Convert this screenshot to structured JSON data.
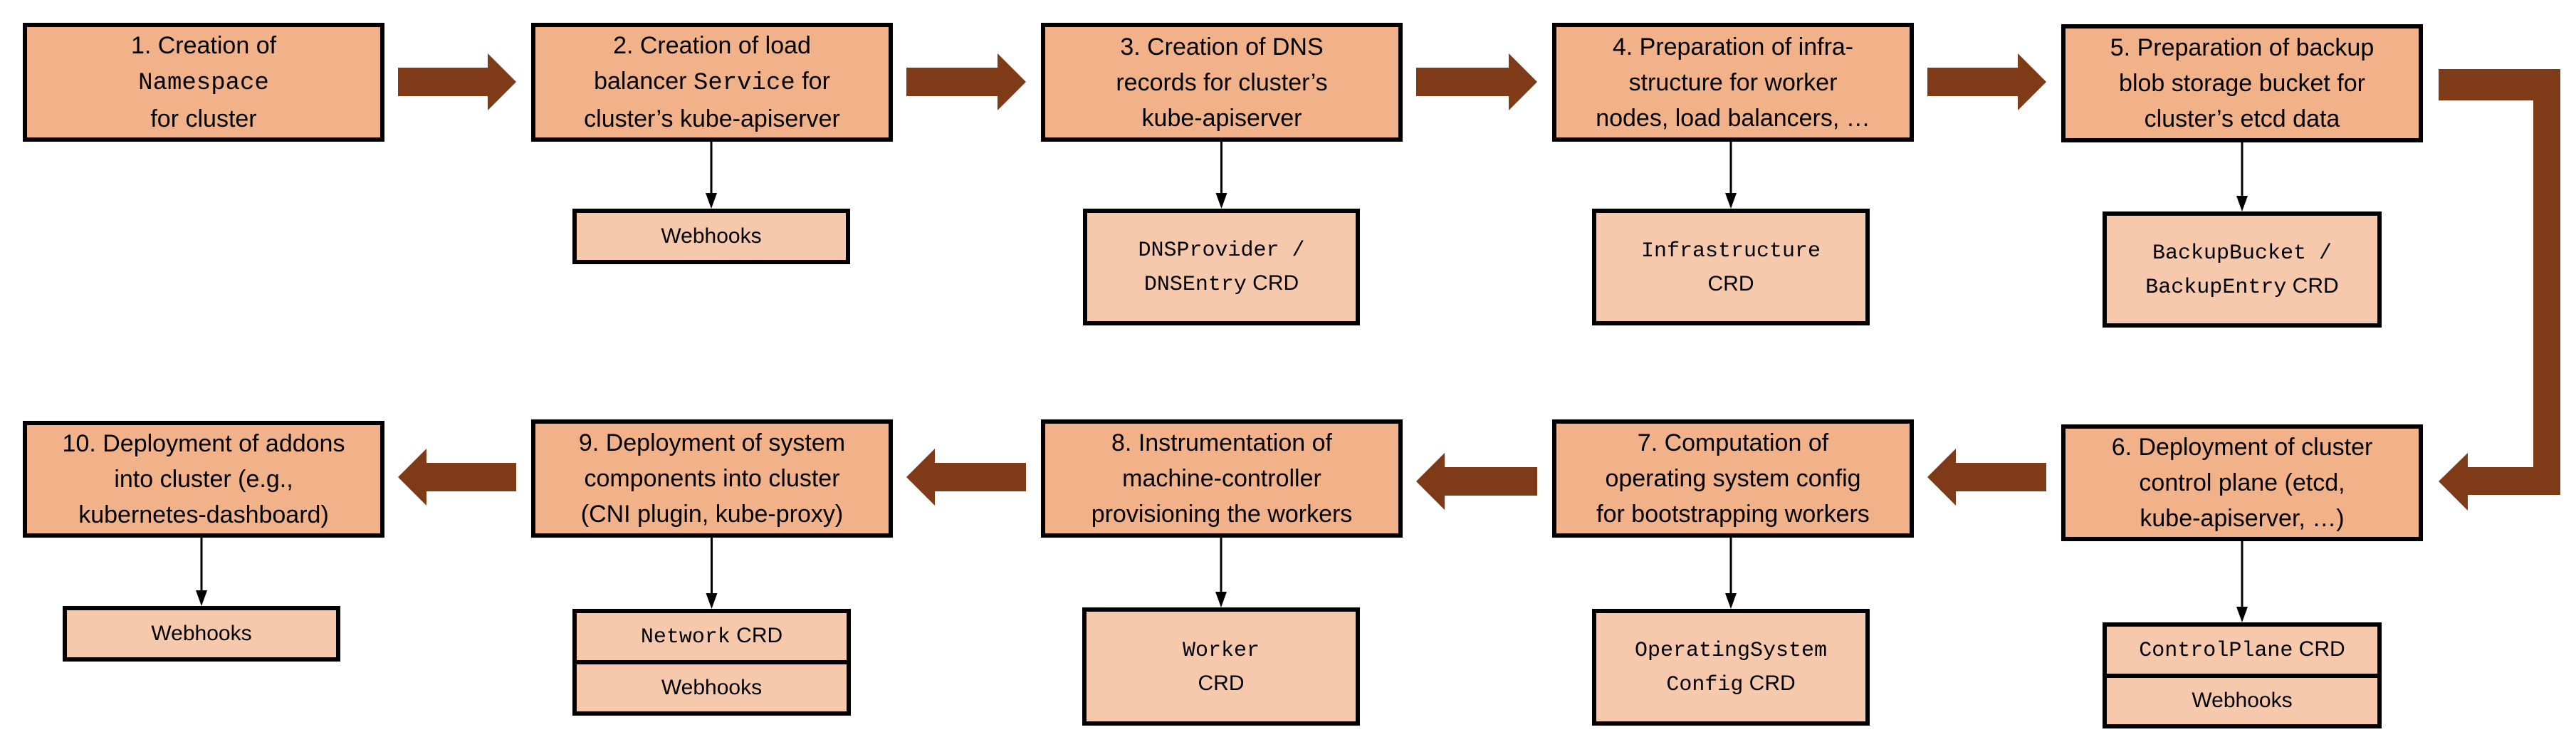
{
  "colors": {
    "step_fill": "#F1B28A",
    "resource_fill": "#F6C9AD",
    "flow_arrow": "#7F3B17",
    "border": "#000000"
  },
  "steps": [
    {
      "lines": [
        [
          {
            "text": "1. Creation of"
          }
        ],
        [
          {
            "text": "Namespace",
            "mono": true
          }
        ],
        [
          {
            "text": "for cluster"
          }
        ]
      ],
      "resources": []
    },
    {
      "lines": [
        [
          {
            "text": "2. Creation of load"
          }
        ],
        [
          {
            "text": "balancer "
          },
          {
            "text": "Service",
            "mono": true
          },
          {
            "text": " for"
          }
        ],
        [
          {
            "text": "cluster’s kube-apiserver"
          }
        ]
      ],
      "resources": [
        [
          [
            {
              "text": "Webhooks"
            }
          ]
        ]
      ]
    },
    {
      "lines": [
        [
          {
            "text": "3. Creation of DNS"
          }
        ],
        [
          {
            "text": "records for cluster’s"
          }
        ],
        [
          {
            "text": "kube-apiserver"
          }
        ]
      ],
      "resources": [
        [
          [
            {
              "text": "DNSProvider /",
              "mono": true
            }
          ],
          [
            {
              "text": "DNSEntry",
              "mono": true
            },
            {
              "text": " CRD"
            }
          ]
        ]
      ]
    },
    {
      "lines": [
        [
          {
            "text": "4. Preparation of infra-"
          }
        ],
        [
          {
            "text": "structure for worker"
          }
        ],
        [
          {
            "text": "nodes, load balancers, …"
          }
        ]
      ],
      "resources": [
        [
          [
            {
              "text": "Infrastructure",
              "mono": true
            }
          ],
          [
            {
              "text": "CRD"
            }
          ]
        ]
      ]
    },
    {
      "lines": [
        [
          {
            "text": "5. Preparation of backup"
          }
        ],
        [
          {
            "text": "blob storage bucket for"
          }
        ],
        [
          {
            "text": "cluster’s etcd data"
          }
        ]
      ],
      "resources": [
        [
          [
            {
              "text": "BackupBucket /",
              "mono": true
            }
          ],
          [
            {
              "text": "BackupEntry",
              "mono": true
            },
            {
              "text": " CRD"
            }
          ]
        ]
      ]
    },
    {
      "lines": [
        [
          {
            "text": "6. Deployment of cluster"
          }
        ],
        [
          {
            "text": "control plane (etcd,"
          }
        ],
        [
          {
            "text": "kube-apiserver, …)"
          }
        ]
      ],
      "resources": [
        [
          [
            {
              "text": "ControlPlane",
              "mono": true
            },
            {
              "text": " CRD"
            }
          ]
        ],
        [
          [
            {
              "text": "Webhooks"
            }
          ]
        ]
      ]
    },
    {
      "lines": [
        [
          {
            "text": "7. Computation of"
          }
        ],
        [
          {
            "text": "operating system config"
          }
        ],
        [
          {
            "text": "for bootstrapping workers"
          }
        ]
      ],
      "resources": [
        [
          [
            {
              "text": "OperatingSystem",
              "mono": true
            }
          ],
          [
            {
              "text": "Config",
              "mono": true
            },
            {
              "text": " CRD"
            }
          ]
        ]
      ]
    },
    {
      "lines": [
        [
          {
            "text": "8. Instrumentation of"
          }
        ],
        [
          {
            "text": "machine-controller"
          }
        ],
        [
          {
            "text": "provisioning the workers"
          }
        ]
      ],
      "resources": [
        [
          [
            {
              "text": "Worker",
              "mono": true
            }
          ],
          [
            {
              "text": "CRD"
            }
          ]
        ]
      ]
    },
    {
      "lines": [
        [
          {
            "text": "9. Deployment of system"
          }
        ],
        [
          {
            "text": "components into cluster"
          }
        ],
        [
          {
            "text": "(CNI plugin, kube-proxy)"
          }
        ]
      ],
      "resources": [
        [
          [
            {
              "text": "Network",
              "mono": true
            },
            {
              "text": " CRD"
            }
          ]
        ],
        [
          [
            {
              "text": "Webhooks"
            }
          ]
        ]
      ]
    },
    {
      "lines": [
        [
          {
            "text": "10. Deployment of addons"
          }
        ],
        [
          {
            "text": "into cluster (e.g.,"
          }
        ],
        [
          {
            "text": "kubernetes-dashboard)"
          }
        ]
      ],
      "resources": [
        [
          [
            {
              "text": "Webhooks"
            }
          ]
        ]
      ]
    }
  ]
}
